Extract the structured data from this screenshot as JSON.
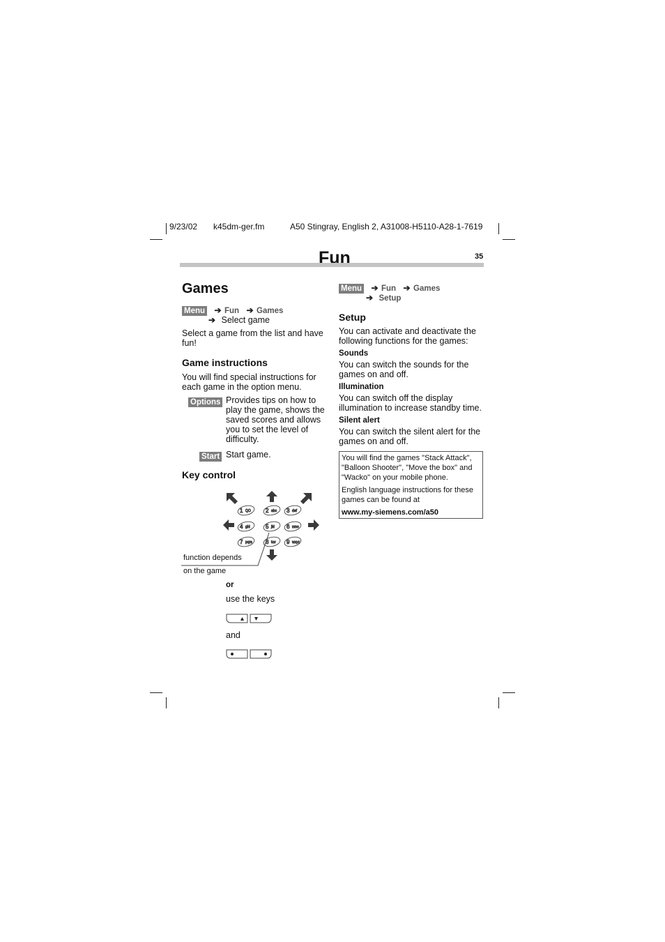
{
  "header": {
    "date": "9/23/02",
    "file": "k45dm-ger.fm",
    "product": "A50 Stingray, English 2, A31008-H5110-A28-1-7619"
  },
  "chapter": {
    "title": "Fun",
    "page_number": "35"
  },
  "left": {
    "section_title": "Games",
    "nav": {
      "menu_key": "Menu",
      "step1": "Fun",
      "step2": "Games",
      "step3": "Select game"
    },
    "intro": "Select a game from the list and have fun!",
    "instructions": {
      "title": "Game instructions",
      "text": "You will find special instructions for each game in the option menu.",
      "options_key": "Options",
      "options_desc": "Provides tips on how to play the game, shows the saved scores and allows you to set the level of difficulty.",
      "start_key": "Start",
      "start_desc": "Start game."
    },
    "key_control": {
      "title": "Key control",
      "keys": [
        {
          "digit": "1",
          "letters": "QO"
        },
        {
          "digit": "2",
          "letters": "abc"
        },
        {
          "digit": "3",
          "letters": "def"
        },
        {
          "digit": "4",
          "letters": "ghi"
        },
        {
          "digit": "5",
          "letters": "jkl"
        },
        {
          "digit": "6",
          "letters": "mno"
        },
        {
          "digit": "7",
          "letters": "pqrs"
        },
        {
          "digit": "8",
          "letters": "tuv"
        },
        {
          "digit": "9",
          "letters": "wxyz"
        }
      ],
      "callout_line1": "function depends",
      "callout_line2": "on the game",
      "or": "or",
      "use_keys": "use the keys",
      "and": "and"
    }
  },
  "right": {
    "nav": {
      "menu_key": "Menu",
      "step1": "Fun",
      "step2": "Games",
      "step3": "Setup"
    },
    "setup": {
      "title": "Setup",
      "text": "You can activate and deactivate the following functions for the games:",
      "items": [
        {
          "title": "Sounds",
          "text": "You can switch the sounds for the games on and off."
        },
        {
          "title": "Illumination",
          "text": "You can switch off the display illumination to increase standby time."
        },
        {
          "title": "Silent alert",
          "text": "You can switch the silent alert for the games on and off."
        }
      ]
    },
    "note": {
      "line1": "You will  find the games \"Stack Attack\", \"Balloon Shooter\", \"Move the box\" and \"Wacko\" on your mobile phone.",
      "line2": "English language instructions for these games can be found at",
      "url": "www.my-siemens.com/a50"
    }
  }
}
